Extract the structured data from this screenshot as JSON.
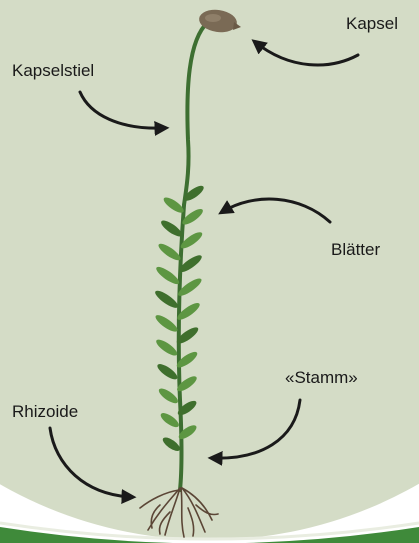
{
  "colors": {
    "background": "#d4dcc6",
    "frame": "#c3ccb4",
    "border_green": "#3f8a3a",
    "stem": "#3d6f31",
    "leaf": "#5d9642",
    "leaf_dark": "#3f6f2d",
    "capsule": "#7a6a55",
    "root": "#5b4636",
    "arrow": "#1a1a1a"
  },
  "labels": {
    "capsule": "Kapsel",
    "capsule_stalk": "Kapselstiel",
    "leaves": "Blätter",
    "stem": "«Stamm»",
    "rhizoids": "Rhizoide"
  }
}
